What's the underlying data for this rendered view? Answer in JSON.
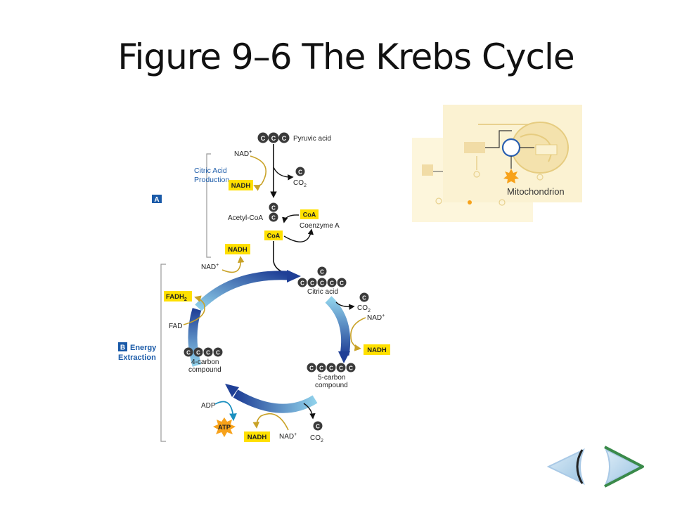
{
  "slide": {
    "title": "Figure 9–6 The Krebs Cycle"
  },
  "section_a": {
    "badge": "A",
    "label_line1": "Citric Acid",
    "label_line2": "Production"
  },
  "section_b": {
    "badge": "B",
    "label_line1": "Energy",
    "label_line2": "Extraction"
  },
  "molecules": {
    "carbon": "C",
    "pyruvic_acid": "Pyruvic acid",
    "nad_plus": "NAD",
    "nad_sup": "+",
    "nadh": "NADH",
    "co": "CO",
    "sub2": "2",
    "acetyl_coa": "Acetyl-CoA",
    "coa": "CoA",
    "coenzyme_a": "Coenzyme A",
    "citric_acid": "Citric acid",
    "five_carbon_1": "5-carbon",
    "five_carbon_2": "compound",
    "four_carbon_1": "4-carbon",
    "four_carbon_2": "compound",
    "fadh": "FADH",
    "fad": "FAD",
    "adp": "ADP",
    "atp": "ATP"
  },
  "inset": {
    "label": "Mitochondrion"
  },
  "nav": {
    "prev_icon": "previous-arrow-icon",
    "next_icon": "next-arrow-icon"
  },
  "colors": {
    "carbon_ball": "#3a3a3a",
    "yellow_box": "#ffe000",
    "gold_arrow": "#c9a227",
    "cycle_dark": "#1f3f96",
    "cycle_light": "#8fd0ea",
    "label_blue": "#1a5aa8"
  }
}
